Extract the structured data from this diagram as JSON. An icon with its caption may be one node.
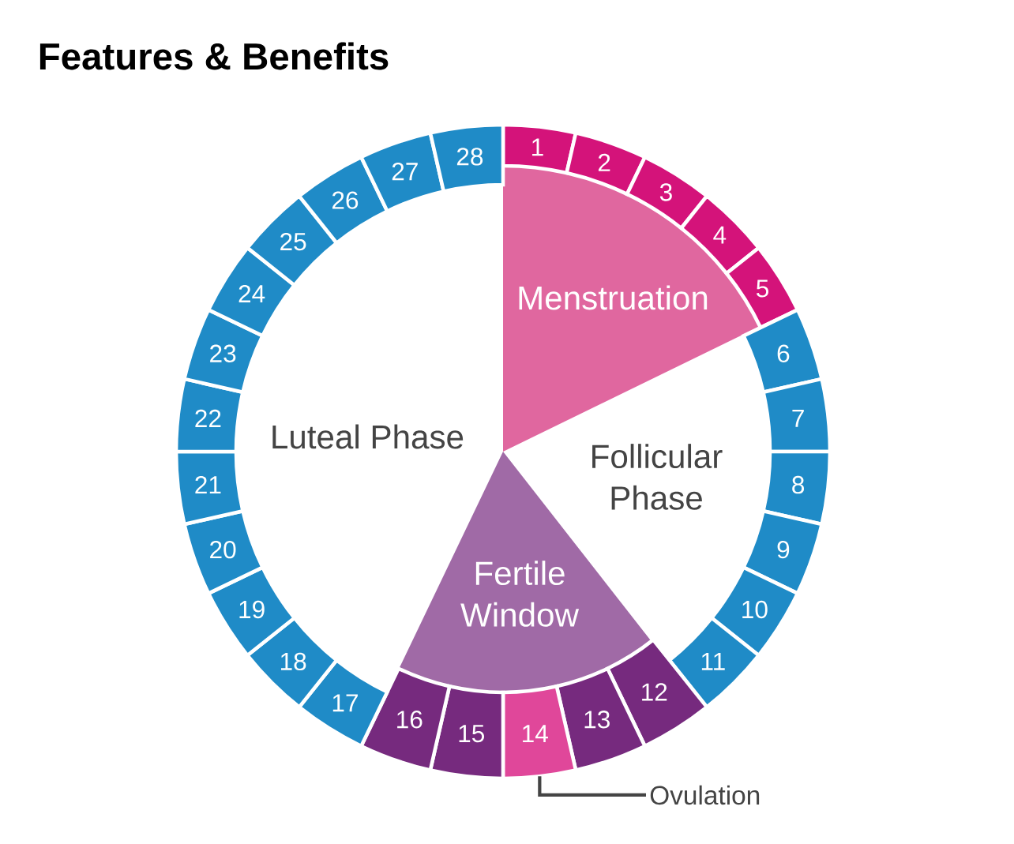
{
  "diagram": {
    "title": "Features & Benefits",
    "nodes": [
      {
        "text": [
          "1"
        ]
      },
      {
        "text": [
          "2"
        ]
      },
      {
        "text": [
          "3"
        ]
      },
      {
        "text": [
          "4"
        ]
      },
      {
        "text": [
          "5"
        ]
      },
      {
        "text": [
          "6"
        ]
      },
      {
        "text": [
          "7"
        ]
      },
      {
        "text": [
          "8"
        ]
      },
      {
        "text": [
          "9"
        ]
      },
      {
        "text": [
          "10"
        ]
      },
      {
        "text": [
          "11"
        ]
      },
      {
        "text": [
          "12"
        ]
      },
      {
        "text": [
          "13"
        ]
      },
      {
        "text": [
          "14"
        ]
      },
      {
        "text": [
          "15"
        ]
      },
      {
        "text": [
          "16"
        ]
      },
      {
        "text": [
          "17"
        ]
      },
      {
        "text": [
          "18"
        ]
      },
      {
        "text": [
          "19"
        ]
      },
      {
        "text": [
          "20"
        ]
      },
      {
        "text": [
          "21"
        ]
      },
      {
        "text": [
          "22"
        ]
      },
      {
        "text": [
          "23"
        ]
      },
      {
        "text": [
          "24"
        ]
      },
      {
        "text": [
          "25"
        ]
      },
      {
        "text": [
          "26"
        ]
      },
      {
        "text": [
          "27"
        ]
      },
      {
        "text": [
          "28"
        ]
      },
      {
        "text": [
          "Menstruation"
        ]
      },
      {
        "text": [
          "Follicular Phase"
        ]
      },
      {
        "text": [
          "Fertile Window"
        ]
      },
      {
        "text": [
          "Luteal Phase"
        ]
      },
      {
        "text": [
          "Ovulation"
        ]
      }
    ],
    "edges": [
      {
        "from": 32,
        "to": 13,
        "arrow": "none"
      }
    ]
  }
}
